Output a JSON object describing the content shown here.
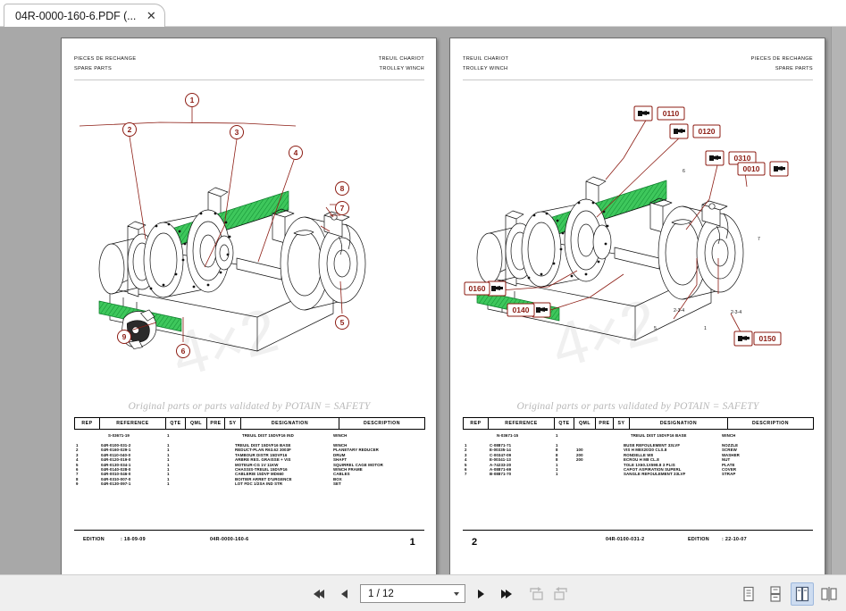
{
  "window": {
    "tab_title": "04R-0000-160-6.PDF (...",
    "close_icon": "close-icon"
  },
  "toolbar": {
    "first_page_label": "first-page",
    "prev_page_label": "previous-page",
    "next_page_label": "next-page",
    "last_page_label": "last-page",
    "page_value": "1 / 12",
    "page_placeholder": "1 / 12",
    "rotate_cw_label": "rotate-clockwise",
    "rotate_ccw_label": "rotate-counter-clockwise",
    "view_single_label": "single-page-view",
    "view_continuous_label": "continuous-view",
    "view_facing_label": "two-page-view",
    "view_book_label": "book-view",
    "accent_active": "#cddcf0"
  },
  "pages": [
    {
      "header_left": [
        "PIECES DE RECHANGE",
        "SPARE PARTS"
      ],
      "header_right": [
        "TREUIL CHARIOT",
        "TROLLEY WINCH"
      ],
      "tagline": "Original parts or parts validated by POTAIN = SAFETY",
      "callouts": [
        "1",
        "2",
        "3",
        "4",
        "5",
        "6",
        "7",
        "8",
        "9"
      ],
      "table": {
        "headers": [
          "REP",
          "REFERENCE",
          "QTE",
          "QML",
          "PRE",
          "SY",
          "DESIGNATION",
          "DESCRIPTION"
        ],
        "title_row": {
          "reference": "S-03671-19",
          "qte": "1",
          "designation": "TREUIL DIST 15DVF16 IND",
          "description": "WINCH"
        },
        "rows": [
          {
            "rep": "1",
            "reference": "04R-0100-031-2",
            "qte": "1",
            "qml": "",
            "pre": "",
            "designation": "TREUIL DIST 15DVF16 BASE",
            "description": "WINCH"
          },
          {
            "rep": "2",
            "reference": "04R-0160-029-1",
            "qte": "1",
            "qml": "",
            "pre": "",
            "designation": "REDUCT-PLAN R63.62 3003F",
            "description": "PLANETARY REDUCER"
          },
          {
            "rep": "3",
            "reference": "04R-0110-040-0",
            "qte": "1",
            "qml": "",
            "pre": "",
            "designation": "TAMBOUR DISTR 15DVF16",
            "description": "DRUM"
          },
          {
            "rep": "4",
            "reference": "04R-0120-019-0",
            "qte": "1",
            "qml": "",
            "pre": "",
            "designation": "ARBRE RES. GRAISSE + VIS",
            "description": "SHAFT"
          },
          {
            "rep": "5",
            "reference": "04R-0130-034-1",
            "qte": "1",
            "qml": "",
            "pre": "",
            "designation": "MOTEUR-CG 1V 11KW",
            "description": "SQUIRREL CAGE MOTOR"
          },
          {
            "rep": "6",
            "reference": "04R-0140-028-0",
            "qte": "1",
            "qml": "",
            "pre": "",
            "designation": "CHASSIS-TREUIL 15DVF16",
            "description": "WINCH FRAME"
          },
          {
            "rep": "7",
            "reference": "04R-0010-046-0",
            "qte": "1",
            "qml": "",
            "pre": "",
            "designation": "CABLERIE 15DVF MD660",
            "description": "CABLES"
          },
          {
            "rep": "8",
            "reference": "04R-0310-007-0",
            "qte": "1",
            "qml": "",
            "pre": "",
            "designation": "BOITIER ARRET D'URGENCE",
            "description": "BOX"
          },
          {
            "rep": "9",
            "reference": "04R-0130-097-1",
            "qte": "1",
            "qml": "",
            "pre": "",
            "designation": "LOT FDC 1/2SA IND STR",
            "description": "SET"
          }
        ]
      },
      "footer": {
        "edition_label": "EDITION",
        "edition_value": ": 18-09-09",
        "doc_code": "04R-0000-160-6",
        "page_number": "1"
      }
    },
    {
      "header_left": [
        "TREUIL CHARIOT",
        "TROLLEY WINCH"
      ],
      "header_right": [
        "PIECES DE RECHANGE",
        "SPARE PARTS"
      ],
      "tagline": "Original parts or parts validated by POTAIN = SAFETY",
      "tag_labels": [
        "0110",
        "0120",
        "0310",
        "0010",
        "0160",
        "0140",
        "0150"
      ],
      "leader_marks": [
        "6",
        "7",
        "5",
        "1",
        "2-3-4",
        "2-3-4"
      ],
      "table": {
        "headers": [
          "REP",
          "REFERENCE",
          "QTE",
          "QML",
          "PRE",
          "SY",
          "DESIGNATION",
          "DESCRIPTION"
        ],
        "title_row": {
          "reference": "N-03671-15",
          "qte": "1",
          "designation": "TREUIL DIST 15DVF16 BASE",
          "description": "WINCH"
        },
        "rows": [
          {
            "rep": "1",
            "reference": "C-08871-71",
            "qte": "1",
            "qml": "",
            "pre": "",
            "designation": "BUSE REFOULEMENT 33LVF",
            "description": "NOZZLE"
          },
          {
            "rep": "2",
            "reference": "E-00335-14",
            "qte": "8",
            "qml": "100",
            "pre": "",
            "designation": "VIS H M8X20/20 CLS.8",
            "description": "SCREW"
          },
          {
            "rep": "3",
            "reference": "C-00347-09",
            "qte": "8",
            "qml": "200",
            "pre": "",
            "designation": "RONDELLE W8",
            "description": "WASHER"
          },
          {
            "rep": "4",
            "reference": "E-00341-13",
            "qte": "8",
            "qml": "200",
            "pre": "",
            "designation": "ECROU H M8 CL.8",
            "description": "NUT"
          },
          {
            "rep": "5",
            "reference": "A-74233-20",
            "qte": "1",
            "qml": "",
            "pre": "",
            "designation": "TOLE 1X60.1X598.8 3 PLIS",
            "description": "PLATE"
          },
          {
            "rep": "6",
            "reference": "A-08871-69",
            "qte": "1",
            "qml": "",
            "pre": "",
            "designation": "CAPOT ASPIRATION SUPERL",
            "description": "COVER"
          },
          {
            "rep": "7",
            "reference": "B-08871-70",
            "qte": "1",
            "qml": "",
            "pre": "",
            "designation": "SANGLE REFOULEMENT 33LVF",
            "description": "STRAP"
          }
        ]
      },
      "footer": {
        "edition_label": "EDITION",
        "edition_value": ": 22-10-07",
        "doc_code": "04R-0100-031-2",
        "page_number": "2"
      }
    }
  ],
  "colors": {
    "callout_red": "#8c1c13",
    "drum_green": "#22b14c",
    "page_bg": "#ffffff",
    "viewer_bg": "#a8a8a8"
  }
}
